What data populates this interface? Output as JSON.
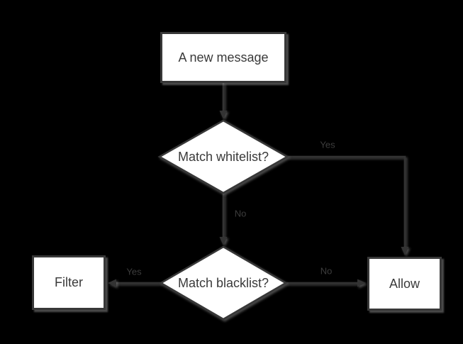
{
  "diagram": {
    "type": "flowchart",
    "nodes": {
      "start": {
        "label": "A new message",
        "shape": "rectangle"
      },
      "whitelist": {
        "label": "Match whitelist?",
        "shape": "diamond"
      },
      "blacklist": {
        "label": "Match blacklist?",
        "shape": "diamond"
      },
      "filter": {
        "label": "Filter",
        "shape": "rectangle"
      },
      "allow": {
        "label": "Allow",
        "shape": "rectangle"
      }
    },
    "edges": {
      "start_to_whitelist": {
        "label": ""
      },
      "whitelist_yes_to_allow": {
        "label": "Yes"
      },
      "whitelist_no_to_blacklist": {
        "label": "No"
      },
      "blacklist_yes_to_filter": {
        "label": "Yes"
      },
      "blacklist_no_to_allow": {
        "label": "No"
      }
    },
    "colors": {
      "canvas_background": "#000000",
      "shape_fill": "#ffffff",
      "shape_border": "#383838",
      "connector": "#333333",
      "node_text": "#3a3a3a",
      "edge_label_text": "#3d3d3d",
      "shadow": "#969696"
    }
  }
}
